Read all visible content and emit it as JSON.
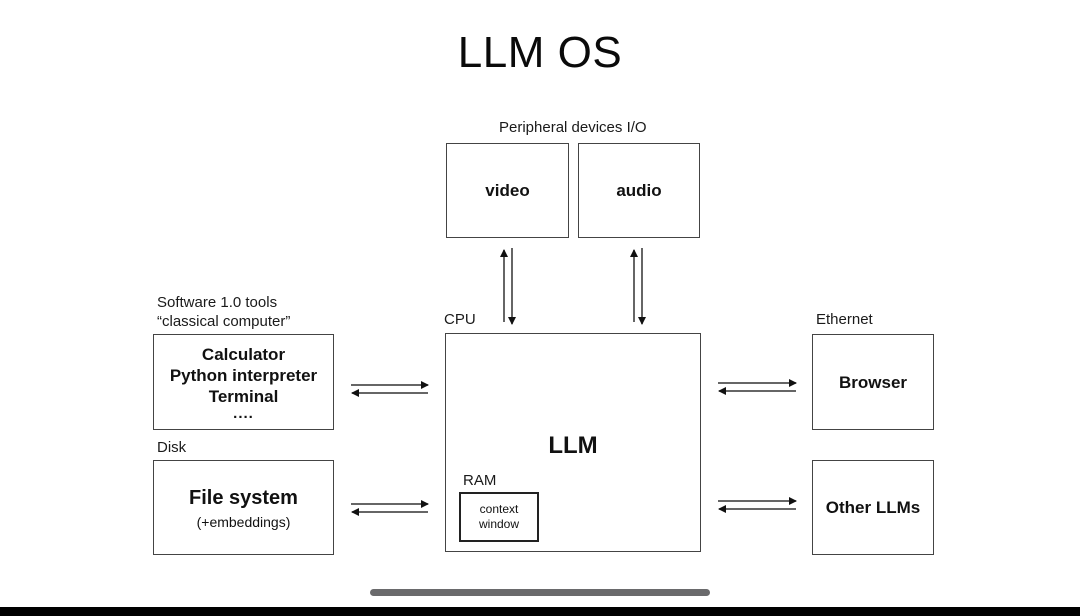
{
  "title": "LLM OS",
  "peripherals": {
    "label": "Peripheral devices I/O",
    "video": "video",
    "audio": "audio"
  },
  "cpu": {
    "label": "CPU",
    "llm": "LLM",
    "ram_label": "RAM",
    "context_window": [
      "context",
      "window"
    ]
  },
  "software_tools": {
    "label_line1": "Software 1.0 tools",
    "label_line2": "“classical computer”",
    "items": [
      "Calculator",
      "Python interpreter",
      "Terminal"
    ],
    "ellipsis": "...."
  },
  "disk": {
    "label": "Disk",
    "title": "File system",
    "subtitle": "(+embeddings)"
  },
  "ethernet": {
    "label": "Ethernet",
    "browser": "Browser",
    "other_llms": "Other LLMs"
  },
  "arrows": [
    {
      "from": "video",
      "to": "cpu",
      "direction": "bidirectional"
    },
    {
      "from": "audio",
      "to": "cpu",
      "direction": "bidirectional"
    },
    {
      "from": "software_tools",
      "to": "cpu",
      "direction": "bidirectional"
    },
    {
      "from": "disk",
      "to": "cpu",
      "direction": "bidirectional"
    },
    {
      "from": "cpu",
      "to": "browser",
      "direction": "bidirectional"
    },
    {
      "from": "cpu",
      "to": "other_llms",
      "direction": "bidirectional"
    }
  ]
}
